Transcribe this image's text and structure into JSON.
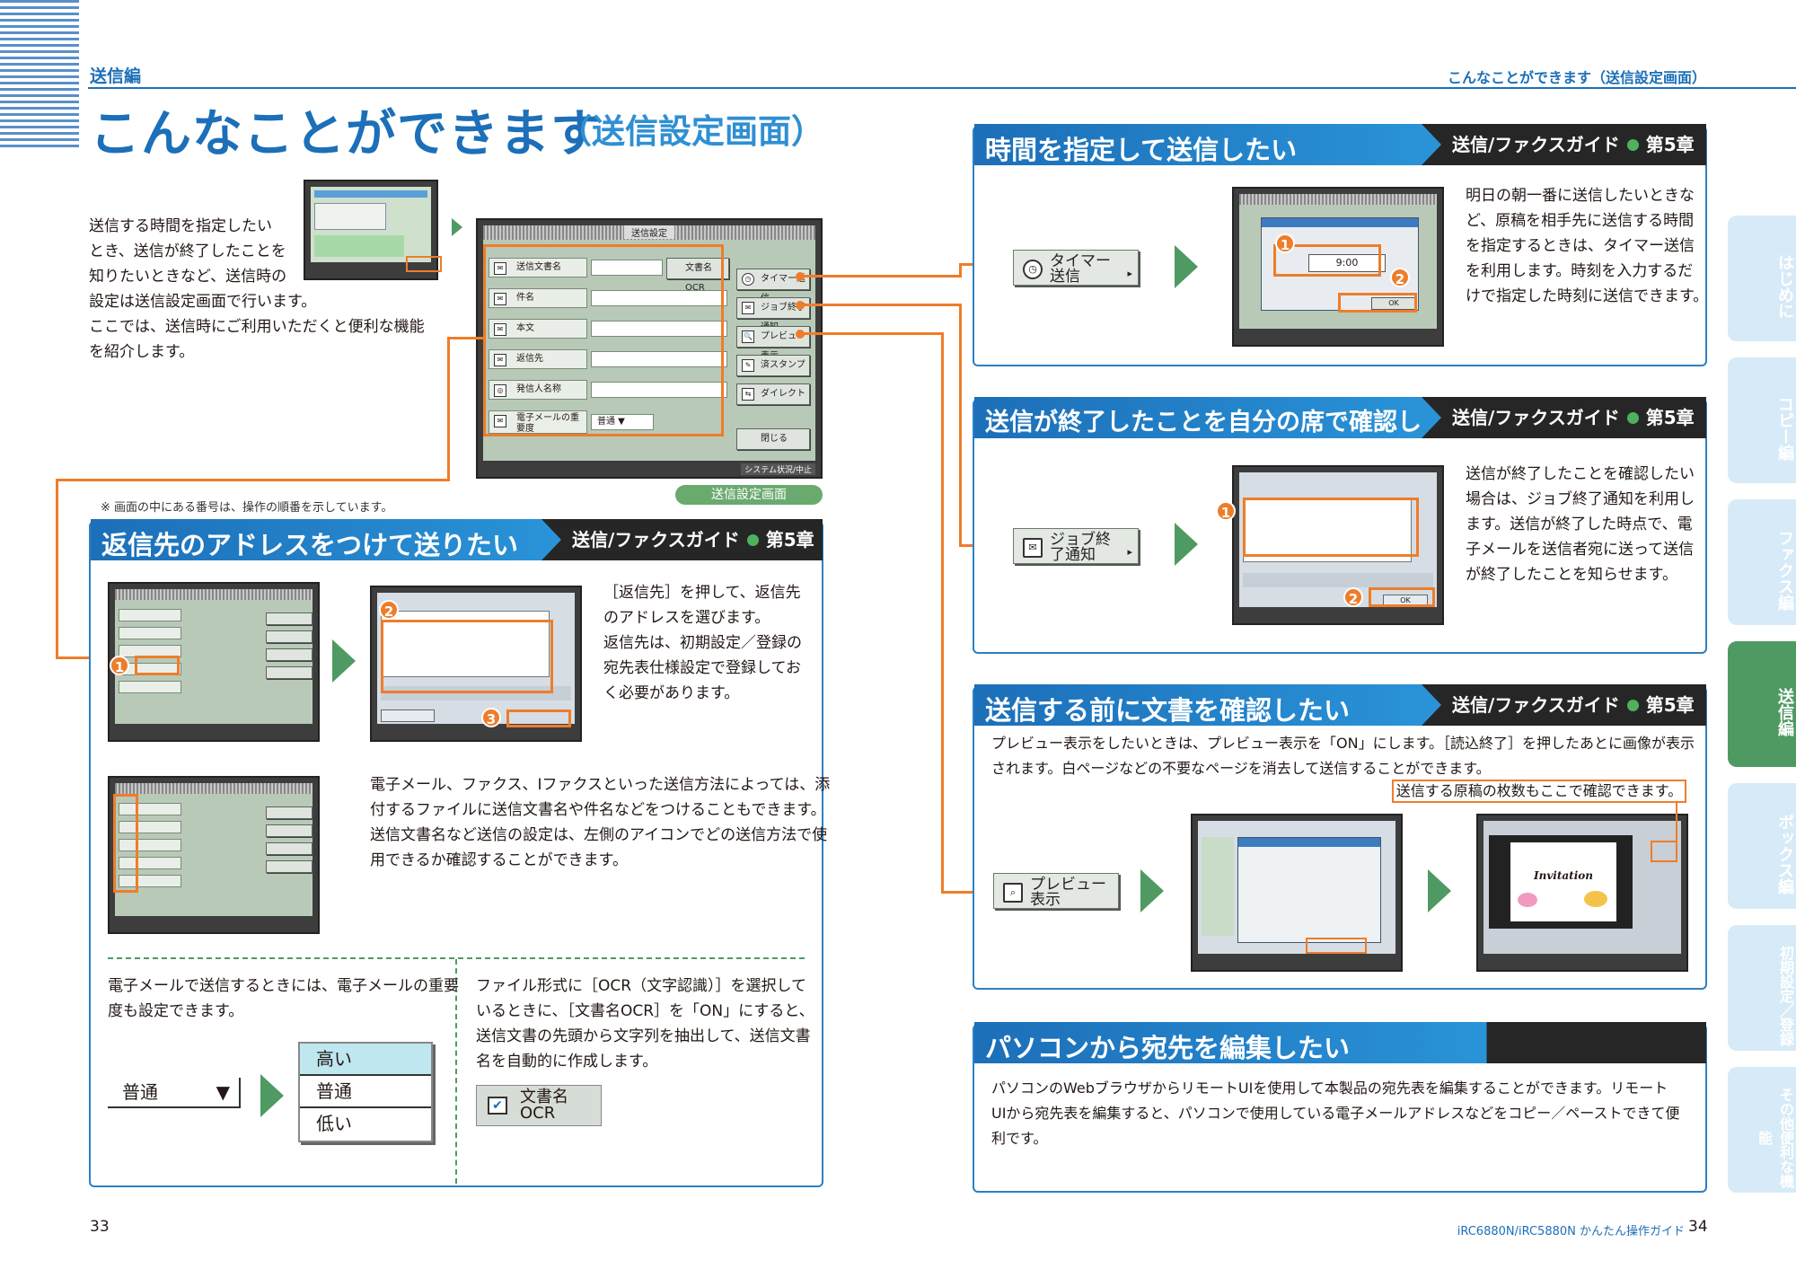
{
  "header": {
    "section_label": "送信編",
    "right_label": "こんなことができます（送信設定画面）",
    "title": "こんなことができます",
    "title_sub": "（送信設定画面）"
  },
  "intro": {
    "lines": [
      "送信する時間を指定したい",
      "とき、送信が終了したことを",
      "知りたいときなど、送信時の",
      "設定は送信設定画面で行います。",
      "ここでは、送信時にご利用いただくと便利な機能",
      "を紹介します。"
    ],
    "note": "※ 画面の中にある番号は、操作の順番を示しています。",
    "screen_caption": "送信設定画面"
  },
  "main_screen": {
    "title": "送信設定",
    "rows": [
      "送信文書名",
      "件名",
      "本文",
      "返信先",
      "発信人名称",
      "電子メールの重要度"
    ],
    "doc_name_btn": "文書名OCR",
    "importance_value": "普通",
    "right_buttons": [
      "タイマー送信",
      "ジョブ終了通知",
      "プレビュー表示",
      "済スタンプ",
      "ダイレクト"
    ],
    "close": "閉じる",
    "status": "システム状況/中止"
  },
  "reply_section": {
    "title": "返信先のアドレスをつけて送りたい",
    "guide": "送信/ファクスガイド",
    "chapter": "第5章",
    "text": [
      "［返信先］を押して、返信先",
      "のアドレスを選びます。",
      "返信先は、初期設定／登録の",
      "宛先表仕様設定で登録してお",
      "く必要があります。"
    ],
    "text2": [
      "電子メール、ファクス、Iファクスといった送信方法によっては、添",
      "付するファイルに送信文書名や件名などをつけることもできます。",
      "送信文書名など送信の設定は、左側のアイコンでどの送信方法で使",
      "用できるか確認することができます。"
    ],
    "importance_text": [
      "電子メールで送信するときには、電子メールの重要",
      "度も設定できます。"
    ],
    "ocr_text": [
      "ファイル形式に［OCR（文字認識）］を選択して",
      "いるときに、［文書名OCR］を「ON」にすると、",
      "送信文書の先頭から文字列を抽出して、送信文書",
      "名を自動的に作成します。"
    ],
    "select_value": "普通",
    "options": [
      "高い",
      "普通",
      "低い"
    ],
    "ocr_btn": "文書名OCR",
    "step1": "1",
    "step2": "2",
    "step3": "3"
  },
  "timer_section": {
    "title": "時間を指定して送信したい",
    "guide": "送信/ファクスガイド",
    "chapter": "第5章",
    "button": "タイマー送信",
    "text": [
      "明日の朝一番に送信したいときな",
      "ど、原稿を相手先に送信する時間",
      "を指定するときは、タイマー送信",
      "を利用します。時刻を入力するだ",
      "けで指定した時刻に送信できます。"
    ],
    "time_value": "9:00",
    "ok": "OK",
    "step1": "1",
    "step2": "2"
  },
  "notify_section": {
    "title": "送信が終了したことを自分の席で確認したい",
    "guide": "送信/ファクスガイド",
    "chapter": "第5章",
    "button": "ジョブ終了通知",
    "text": [
      "送信が終了したことを確認したい",
      "場合は、ジョブ終了通知を利用し",
      "ます。送信が終了した時点で、電",
      "子メールを送信者宛に送って送信",
      "が終了したことを知らせます。"
    ],
    "ok": "OK",
    "step1": "1",
    "step2": "2"
  },
  "preview_section": {
    "title": "送信する前に文書を確認したい",
    "guide": "送信/ファクスガイド",
    "chapter": "第5章",
    "button": "プレビュー表示",
    "text": [
      "プレビュー表示をしたいときは、プレビュー表示を「ON」にします。［読込終了］を押したあとに画像が表示",
      "されます。白ページなどの不要なページを消去して送信することができます。"
    ],
    "callout": "送信する原稿の枚数もここで確認できます。",
    "invitation": "Invitation"
  },
  "pc_section": {
    "title": "パソコンから宛先を編集したい",
    "text": [
      "パソコンのWebブラウザからリモートUIを使用して本製品の宛先表を編集することができます。リモート",
      "UIから宛先表を編集すると、パソコンで使用している電子メールアドレスなどをコピー／ペーストできて便",
      "利です。"
    ]
  },
  "side_tabs": [
    "はじめに",
    "コピー編",
    "ファクス編",
    "送信編",
    "ボックス編",
    "初期設定／登録",
    "その他便利な機能"
  ],
  "footer": {
    "left_page": "33",
    "right_text": "iRC6880N/iRC5880N かんたん操作ガイド",
    "right_page": "34"
  },
  "colors": {
    "brand_blue": "#1c6fb8",
    "accent_orange": "#ee7d2a",
    "accent_green": "#4f9a63"
  }
}
